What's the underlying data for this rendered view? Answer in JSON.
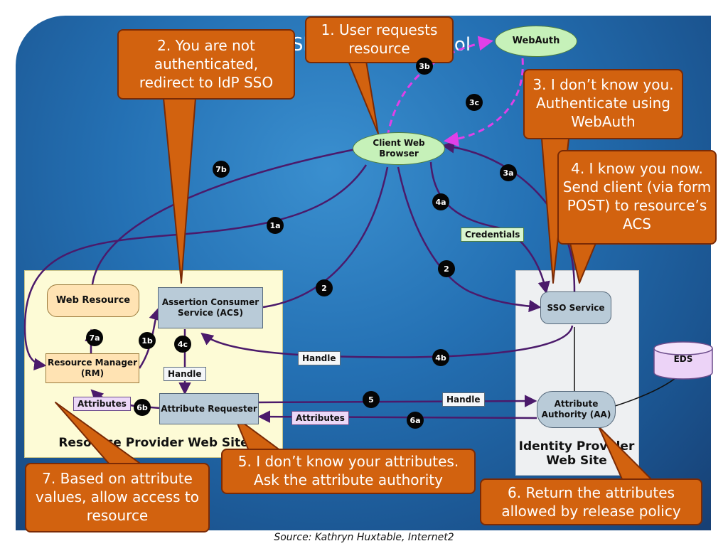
{
  "title": "Shibboleth Protocol",
  "sites": {
    "sp_label": "Resource Provider Web Site",
    "idp_label": "Identity Provider Web Site"
  },
  "nodes": {
    "client": "Client Web Browser",
    "webauth": "WebAuth",
    "web_resource": "Web Resource",
    "acs": "Assertion Consumer Service (ACS)",
    "rm": "Resource Manager (RM)",
    "attribute_requester": "Attribute Requester",
    "sso": "SSO Service",
    "aa": "Attribute Authority (AA)",
    "eds": "EDS"
  },
  "notes": {
    "credentials": "Credentials",
    "handle_4b": "Handle",
    "handle_4c": "Handle",
    "handle_5": "Handle",
    "attributes_rm": "Attributes",
    "attributes_6a": "Attributes"
  },
  "steps": [
    "1a",
    "1b",
    "2",
    "2",
    "3a",
    "3b",
    "3c",
    "4a",
    "4b",
    "4c",
    "5",
    "6a",
    "6b",
    "7a",
    "7b"
  ],
  "callouts": {
    "c1": "1. User requests resource",
    "c2": "2. You are not authenticated, redirect to IdP SSO",
    "c3": "3. I don’t know you. Authenticate using WebAuth",
    "c4": "4. I know you now. Send client (via form POST) to resource’s ACS",
    "c5": "5. I don’t know your attributes. Ask the attribute authority",
    "c6": "6. Return the attributes allowed by release policy",
    "c7": "7. Based on attribute values, allow access to resource"
  },
  "source": "Source: Kathryn Huxtable, Internet2",
  "colors": {
    "arrow": "#4b1a6b",
    "dashed_arrow": "#e040e8",
    "callout_fill": "#d2620f",
    "callout_border": "#7a2a05"
  }
}
